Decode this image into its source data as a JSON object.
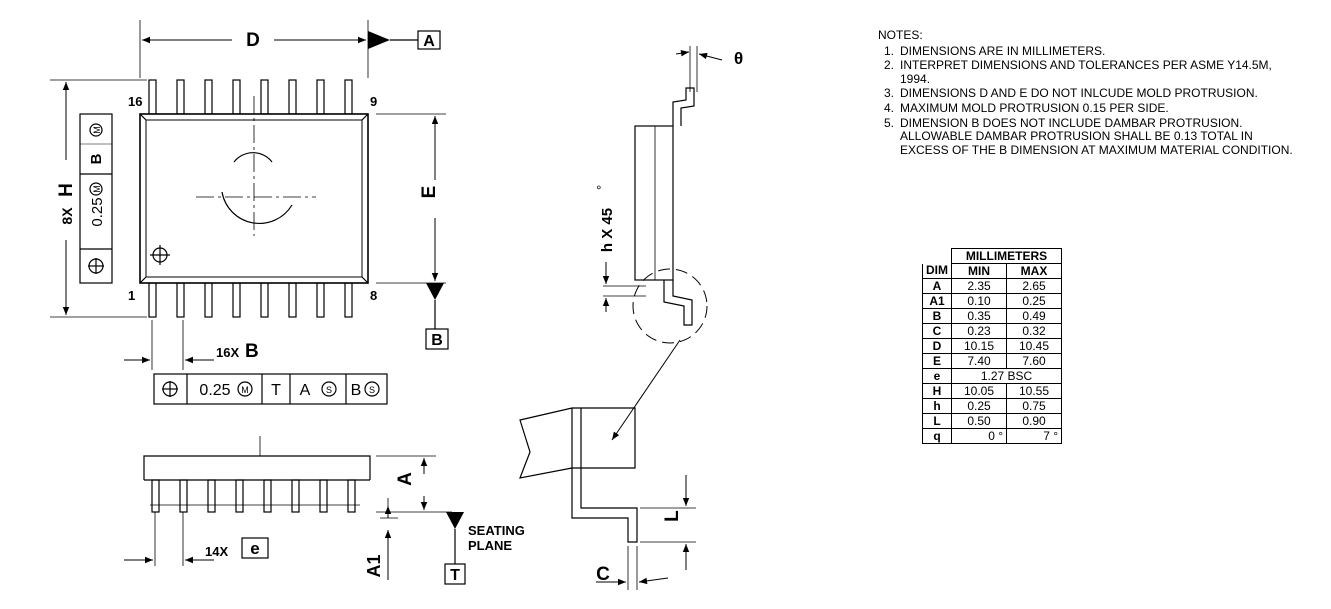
{
  "labels": {
    "D": "D",
    "E": "E",
    "H": "H",
    "h_x_45": "h X 45",
    "deg": "°",
    "theta": "θ",
    "pin16": "16",
    "pin9": "9",
    "pin1": "1",
    "pin8": "8",
    "datum_A": "A",
    "datum_B": "B",
    "datum_T": "T",
    "x8": "8X",
    "x16": "16X",
    "x14": "14X",
    "B": "B",
    "e": "e",
    "A": "A",
    "A1": "A1",
    "L": "L",
    "C": "C",
    "seating": "SEATING",
    "plane": "PLANE"
  },
  "fcf_vertical": {
    "tol": "0.25",
    "ref_m1": "M",
    "datum": "B",
    "ref_m2": "M"
  },
  "fcf_horizontal": {
    "tol": "0.25",
    "ref_m": "M",
    "datum_t": "T",
    "datum_a": "A",
    "ref_s1": "S",
    "datum_b": "B",
    "ref_s2": "S"
  },
  "notes": {
    "title": "NOTES:",
    "items": [
      {
        "n": "1.",
        "text": "DIMENSIONS ARE IN MILLIMETERS."
      },
      {
        "n": "2.",
        "text": "INTERPRET DIMENSIONS AND TOLERANCES PER ASME Y14.5M, 1994."
      },
      {
        "n": "3.",
        "text": "DIMENSIONS D AND E DO NOT INLCUDE MOLD PROTRUSION."
      },
      {
        "n": "4.",
        "text": "MAXIMUM MOLD PROTRUSION 0.15 PER SIDE."
      },
      {
        "n": "5.",
        "text": "DIMENSION B DOES NOT INCLUDE DAMBAR PROTRUSION. ALLOWABLE DAMBAR PROTRUSION SHALL BE 0.13 TOTAL IN EXCESS OF THE B DIMENSION AT MAXIMUM MATERIAL CONDITION."
      }
    ]
  },
  "table": {
    "group_header": "MILLIMETERS",
    "col_dim": "DIM",
    "col_min": "MIN",
    "col_max": "MAX",
    "rows": [
      {
        "dim": "A",
        "min": "2.35",
        "max": "2.65"
      },
      {
        "dim": "A1",
        "min": "0.10",
        "max": "0.25"
      },
      {
        "dim": "B",
        "min": "0.35",
        "max": "0.49"
      },
      {
        "dim": "C",
        "min": "0.23",
        "max": "0.32"
      },
      {
        "dim": "D",
        "min": "10.15",
        "max": "10.45"
      },
      {
        "dim": "E",
        "min": "7.40",
        "max": "7.60"
      },
      {
        "dim": "e",
        "span": "1.27 BSC"
      },
      {
        "dim": "H",
        "min": "10.05",
        "max": "10.55"
      },
      {
        "dim": "h",
        "min": "0.25",
        "max": "0.75"
      },
      {
        "dim": "L",
        "min": "0.50",
        "max": "0.90"
      },
      {
        "dim": "q",
        "min": "0 °",
        "max": "7 °"
      }
    ]
  }
}
